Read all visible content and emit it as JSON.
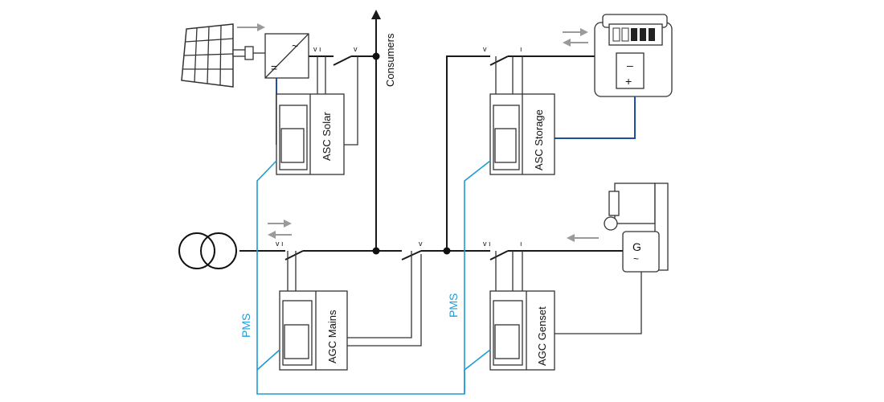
{
  "labels": {
    "consumers": "Consumers",
    "asc_solar": "ASC Solar",
    "asc_storage": "ASC Storage",
    "agc_mains": "AGC Mains",
    "agc_genset": "AGC Genset",
    "pms_left": "PMS",
    "pms_right": "PMS",
    "battery_minus": "–",
    "battery_plus": "+",
    "generator": "G",
    "generator_tilde": "~",
    "inverter_ac": "~",
    "inverter_dc": "="
  },
  "colors": {
    "pms": "#1f9bd7",
    "dc_link": "#1f4fa0",
    "flow_arrow": "#9a9a9a",
    "line": "#1a1a1a"
  },
  "icons": {
    "solar_panel": "solar-panel-icon",
    "inverter": "inverter-icon",
    "transformer": "transformer-icon",
    "battery": "battery-icon",
    "generator": "generator-icon",
    "flow_arrow": "flow-arrow-icon"
  }
}
